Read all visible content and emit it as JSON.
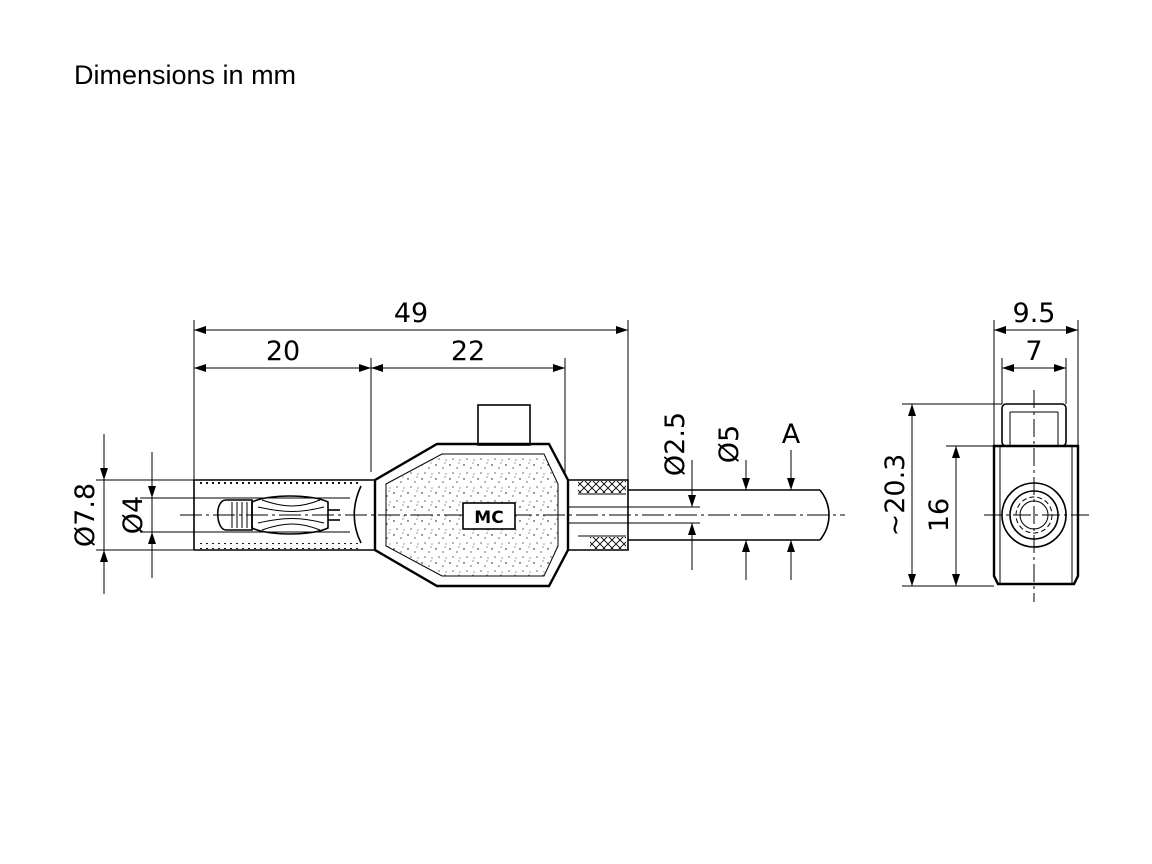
{
  "title": "Dimensions in mm",
  "logo_text": "MC",
  "dimensions": {
    "overall_length": "49",
    "length_20": "20",
    "length_22": "22",
    "dia_7_8": "Ø7.8",
    "dia_4": "Ø4",
    "dia_2_5": "Ø2.5",
    "dia_5": "Ø5",
    "detail_a": "A",
    "width_9_5": "9.5",
    "width_7": "7",
    "height_20_3": "~20.3",
    "height_16": "16"
  },
  "colors": {
    "line": "#000000",
    "background": "#ffffff"
  }
}
